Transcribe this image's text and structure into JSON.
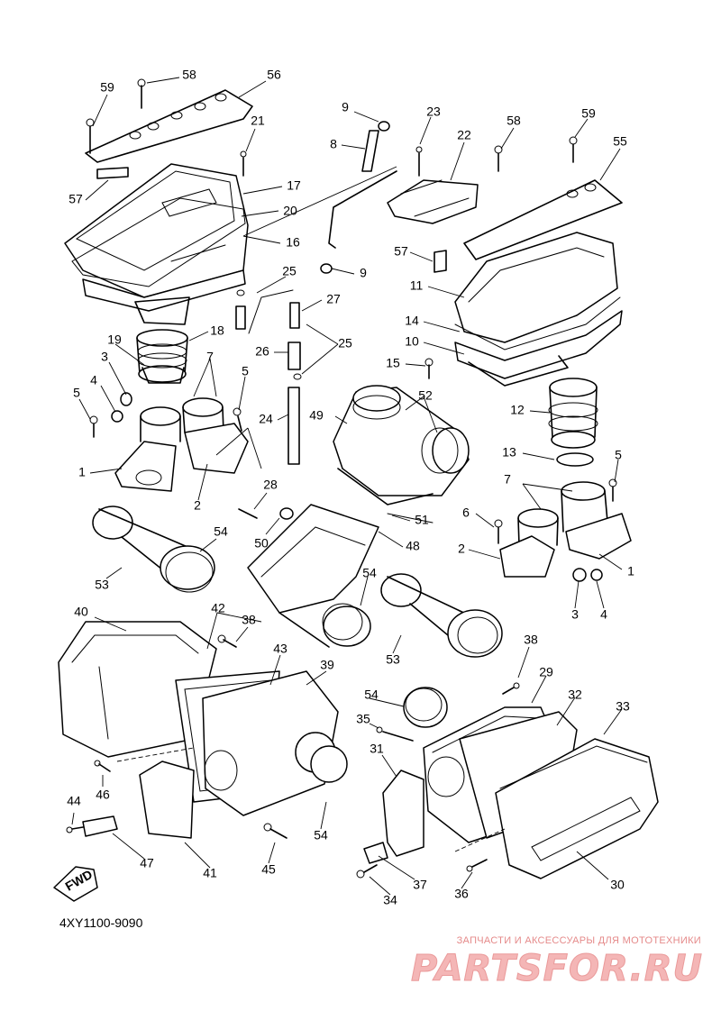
{
  "diagram": {
    "doc_code": "4XY1100-9090",
    "fwd_label": "FWD",
    "callouts": [
      {
        "id": "c59a",
        "text": "59"
      },
      {
        "id": "c58a",
        "text": "58"
      },
      {
        "id": "c56",
        "text": "56"
      },
      {
        "id": "c21",
        "text": "21"
      },
      {
        "id": "c17",
        "text": "17"
      },
      {
        "id": "c20",
        "text": "20"
      },
      {
        "id": "c16",
        "text": "16"
      },
      {
        "id": "c57a",
        "text": "57"
      },
      {
        "id": "c9a",
        "text": "9"
      },
      {
        "id": "c8",
        "text": "8"
      },
      {
        "id": "c9b",
        "text": "9"
      },
      {
        "id": "c23",
        "text": "23"
      },
      {
        "id": "c22",
        "text": "22"
      },
      {
        "id": "c58b",
        "text": "58"
      },
      {
        "id": "c59b",
        "text": "59"
      },
      {
        "id": "c55",
        "text": "55"
      },
      {
        "id": "c57b",
        "text": "57"
      },
      {
        "id": "c11",
        "text": "11"
      },
      {
        "id": "c14",
        "text": "14"
      },
      {
        "id": "c10",
        "text": "10"
      },
      {
        "id": "c15",
        "text": "15"
      },
      {
        "id": "c25a",
        "text": "25"
      },
      {
        "id": "c27",
        "text": "27"
      },
      {
        "id": "c25b",
        "text": "25"
      },
      {
        "id": "c26",
        "text": "26"
      },
      {
        "id": "c24",
        "text": "24"
      },
      {
        "id": "c18",
        "text": "18"
      },
      {
        "id": "c19",
        "text": "19"
      },
      {
        "id": "c3a",
        "text": "3"
      },
      {
        "id": "c7a",
        "text": "7"
      },
      {
        "id": "c4a",
        "text": "4"
      },
      {
        "id": "c5a",
        "text": "5"
      },
      {
        "id": "c5b",
        "text": "5"
      },
      {
        "id": "c1a",
        "text": "1"
      },
      {
        "id": "c2a",
        "text": "2"
      },
      {
        "id": "c52",
        "text": "52"
      },
      {
        "id": "c49",
        "text": "49"
      },
      {
        "id": "c12",
        "text": "12"
      },
      {
        "id": "c13",
        "text": "13"
      },
      {
        "id": "c5c",
        "text": "5"
      },
      {
        "id": "c7b",
        "text": "7"
      },
      {
        "id": "c28",
        "text": "28"
      },
      {
        "id": "c51",
        "text": "51"
      },
      {
        "id": "c6",
        "text": "6"
      },
      {
        "id": "c50",
        "text": "50"
      },
      {
        "id": "c48",
        "text": "48"
      },
      {
        "id": "c2b",
        "text": "2"
      },
      {
        "id": "c1b",
        "text": "1"
      },
      {
        "id": "c3b",
        "text": "3"
      },
      {
        "id": "c4b",
        "text": "4"
      },
      {
        "id": "c54a",
        "text": "54"
      },
      {
        "id": "c53a",
        "text": "53"
      },
      {
        "id": "c54b",
        "text": "54"
      },
      {
        "id": "c53b",
        "text": "53"
      },
      {
        "id": "c40",
        "text": "40"
      },
      {
        "id": "c42",
        "text": "42"
      },
      {
        "id": "c38a",
        "text": "38"
      },
      {
        "id": "c43",
        "text": "43"
      },
      {
        "id": "c39",
        "text": "39"
      },
      {
        "id": "c38b",
        "text": "38"
      },
      {
        "id": "c29",
        "text": "29"
      },
      {
        "id": "c54c",
        "text": "54"
      },
      {
        "id": "c32",
        "text": "32"
      },
      {
        "id": "c33",
        "text": "33"
      },
      {
        "id": "c35",
        "text": "35"
      },
      {
        "id": "c31",
        "text": "31"
      },
      {
        "id": "c46",
        "text": "46"
      },
      {
        "id": "c44",
        "text": "44"
      },
      {
        "id": "c47",
        "text": "47"
      },
      {
        "id": "c41",
        "text": "41"
      },
      {
        "id": "c45",
        "text": "45"
      },
      {
        "id": "c54d",
        "text": "54"
      },
      {
        "id": "c37",
        "text": "37"
      },
      {
        "id": "c34",
        "text": "34"
      },
      {
        "id": "c36",
        "text": "36"
      },
      {
        "id": "c30",
        "text": "30"
      }
    ]
  },
  "watermark": {
    "caption": "ЗАПЧАСТИ И АКСЕССУАРЫ ДЛЯ МОТОТЕХНИКИ",
    "logo": "PARTSFOR.RU"
  }
}
